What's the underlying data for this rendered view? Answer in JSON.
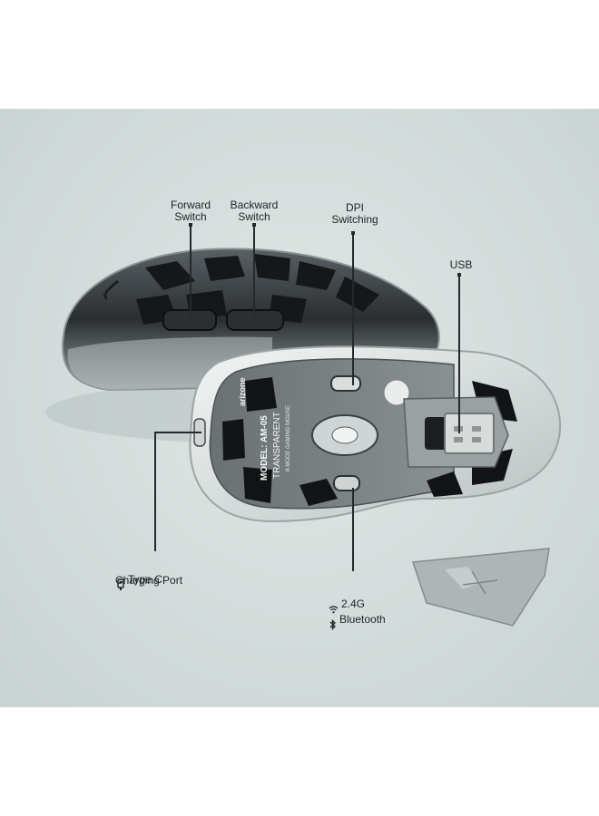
{
  "callouts": {
    "forward_switch": "Forward\nSwitch",
    "backward_switch": "Backward\nSwitch",
    "dpi_switching": "DPI\nSwitching",
    "usb": "USB",
    "type_c_line1": "Type C",
    "type_c_line2": "Charging Port",
    "wireless_24g": "2.4G",
    "bluetooth": "Bluetooth"
  },
  "mouse_label": {
    "brand": "arizone",
    "model": "MODEL: AM-05",
    "variant": "TRANSPARENT",
    "fine_print": "8-MODE GAMING MOUSE"
  },
  "icons": {
    "type_c": "usb-c-cable-icon",
    "wireless": "wifi-icon",
    "bluetooth": "bluetooth-icon"
  },
  "colors": {
    "background": "#d3dcda",
    "text": "#1e2326",
    "mouse_dark": "#1a1c1e",
    "shell_clear": "#e8eceb"
  }
}
